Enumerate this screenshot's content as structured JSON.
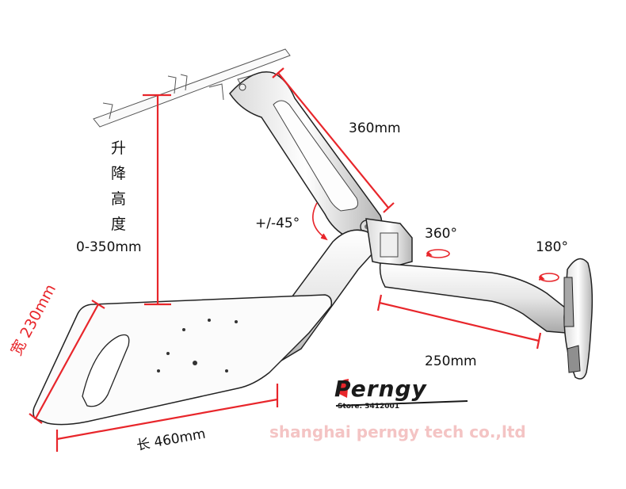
{
  "labels": {
    "height_chars": [
      "升",
      "降",
      "高",
      "度"
    ],
    "height_range": "0-350mm",
    "upper_arm": "360mm",
    "tilt": "+/-45°",
    "swivel_360": "360°",
    "swivel_180": "180°",
    "lower_arm": "250mm",
    "tray_width": "宽 230mm",
    "tray_length": "长 460mm"
  },
  "brand": {
    "name": "Perngy",
    "store": "Store: 3412001"
  },
  "watermark": "shanghai perngy tech co.,ltd",
  "colors": {
    "dimension_line": "#e8262b",
    "outline": "#1a1a1a",
    "metal_light": "#f4f4f4",
    "metal_dark": "#9a9a9a",
    "watermark": "#f4c4c4"
  }
}
